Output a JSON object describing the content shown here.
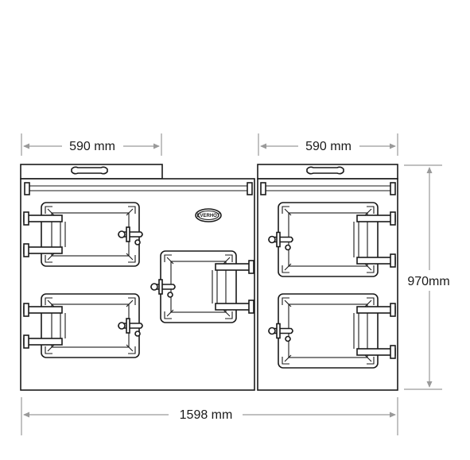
{
  "dimensions": {
    "left_width": "590 mm",
    "right_width": "590 mm",
    "height": "970mm",
    "total_width": "1598 mm"
  },
  "logo": {
    "text": "EVERHOT"
  },
  "colors": {
    "outline": "#1a1a1a",
    "dimension_line": "#9a9a9a",
    "background": "#ffffff"
  }
}
